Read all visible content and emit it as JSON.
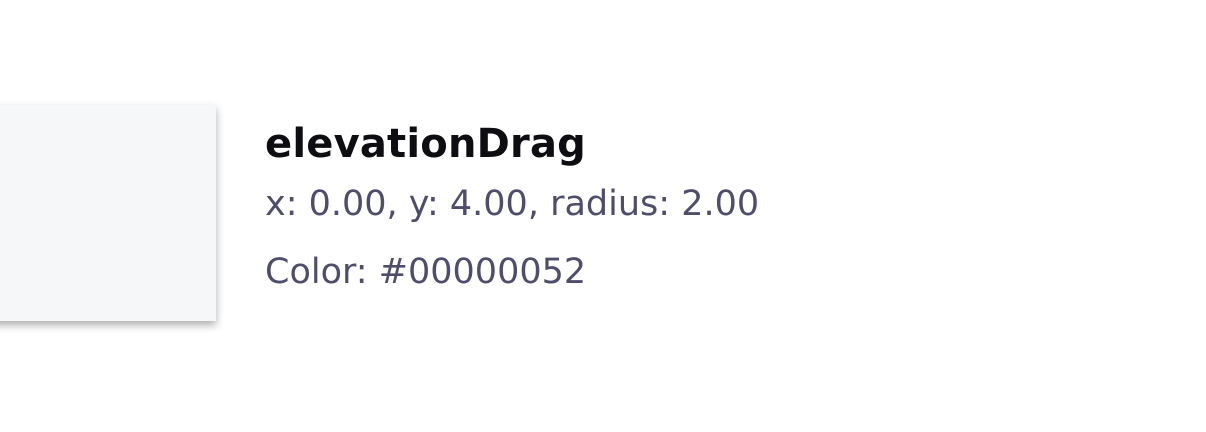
{
  "token": {
    "name": "elevationDrag",
    "params_text": "x: 0.00, y: 4.00, radius: 2.00",
    "color_text": "Color: #00000052",
    "x": 0.0,
    "y": 4.0,
    "radius": 2.0,
    "shadow_color": "#00000052",
    "swatch_color": "#f6f7f9"
  }
}
